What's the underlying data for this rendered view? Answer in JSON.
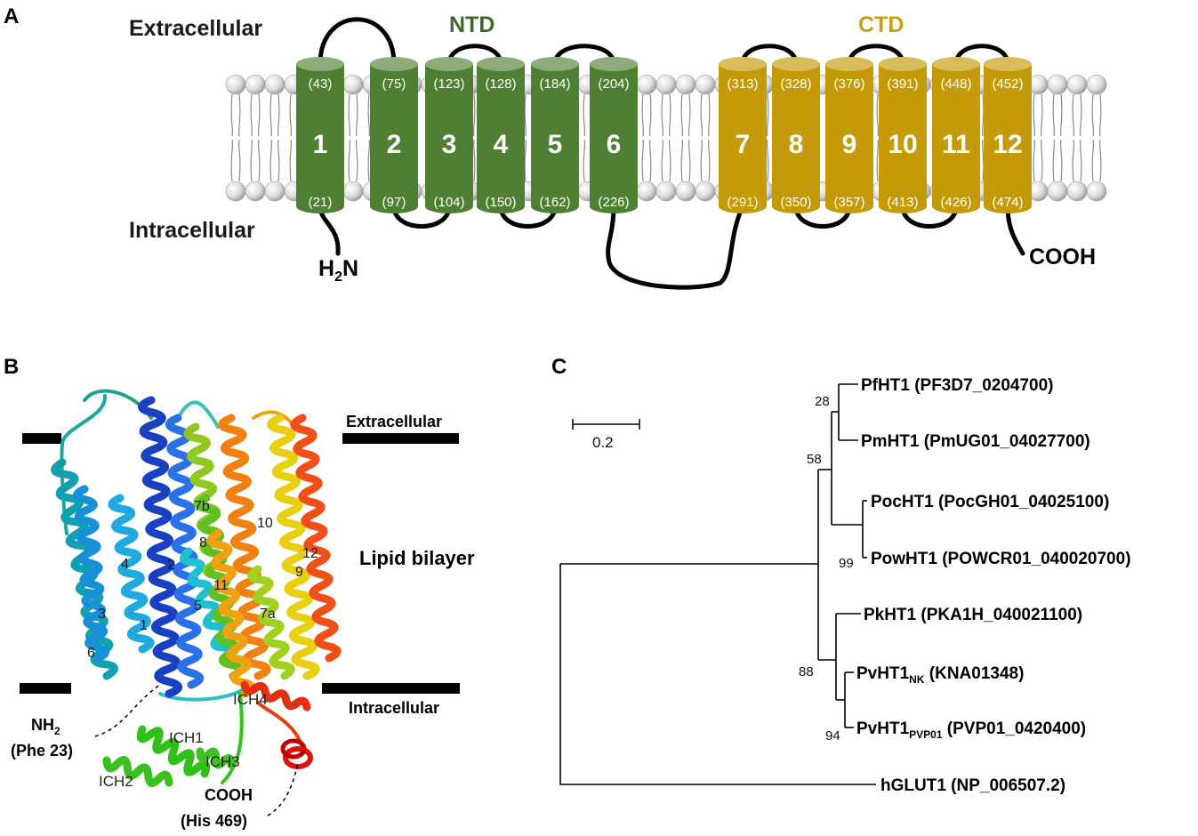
{
  "panel_a": {
    "letter": "A",
    "extracellular": "Extracellular",
    "intracellular": "Intracellular",
    "ntd": "NTD",
    "ctd": "CTD",
    "n_terminus_main": "H",
    "n_terminus_sub": "2",
    "n_terminus_tail": "N",
    "c_terminus": "COOH",
    "colors": {
      "ntd": "#4f7f33",
      "ctd": "#c49a06",
      "ntd_label": "#3f6b2a",
      "ctd_label": "#c8a00e"
    },
    "helices": [
      {
        "num": "1",
        "top": "(43)",
        "bottom": "(21)",
        "domain": "ntd"
      },
      {
        "num": "2",
        "top": "(75)",
        "bottom": "(97)",
        "domain": "ntd"
      },
      {
        "num": "3",
        "top": "(123)",
        "bottom": "(104)",
        "domain": "ntd"
      },
      {
        "num": "4",
        "top": "(128)",
        "bottom": "(150)",
        "domain": "ntd"
      },
      {
        "num": "5",
        "top": "(184)",
        "bottom": "(162)",
        "domain": "ntd"
      },
      {
        "num": "6",
        "top": "(204)",
        "bottom": "(226)",
        "domain": "ntd"
      },
      {
        "num": "7",
        "top": "(313)",
        "bottom": "(291)",
        "domain": "ctd"
      },
      {
        "num": "8",
        "top": "(328)",
        "bottom": "(350)",
        "domain": "ctd"
      },
      {
        "num": "9",
        "top": "(376)",
        "bottom": "(357)",
        "domain": "ctd"
      },
      {
        "num": "10",
        "top": "(391)",
        "bottom": "(413)",
        "domain": "ctd"
      },
      {
        "num": "11",
        "top": "(448)",
        "bottom": "(426)",
        "domain": "ctd"
      },
      {
        "num": "12",
        "top": "(452)",
        "bottom": "(474)",
        "domain": "ctd"
      }
    ]
  },
  "panel_b": {
    "letter": "B",
    "extracellular": "Extracellular",
    "intracellular": "Intracellular",
    "lipid_bilayer": "Lipid bilayer",
    "nh2_main": "NH",
    "nh2_sub": "2",
    "nh2_residue": "(Phe 23)",
    "cooh": "COOH",
    "cooh_residue": "(His 469)",
    "helix_labels": [
      "1",
      "2",
      "3",
      "4",
      "5",
      "6",
      "7a",
      "7b",
      "8",
      "9",
      "10",
      "11",
      "12"
    ],
    "ich_labels": [
      "ICH1",
      "ICH2",
      "ICH3",
      "ICH4"
    ]
  },
  "panel_c": {
    "letter": "C",
    "scale_bar": "0.2",
    "leaves": [
      {
        "id": "pf",
        "name": "PfHT1",
        "sub": "",
        "acc": "(PF3D7_0204700)"
      },
      {
        "id": "pm",
        "name": "PmHT1",
        "sub": "",
        "acc": "(PmUG01_04027700)"
      },
      {
        "id": "poc",
        "name": "PocHT1",
        "sub": "",
        "acc": "(PocGH01_04025100)"
      },
      {
        "id": "pow",
        "name": "PowHT1",
        "sub": "",
        "acc": "(POWCR01_040020700)"
      },
      {
        "id": "pk",
        "name": "PkHT1",
        "sub": "",
        "acc": "(PKA1H_040021100)"
      },
      {
        "id": "pvnk",
        "name": "PvHT1",
        "sub": "NK",
        "acc": "(KNA01348)"
      },
      {
        "id": "pvp",
        "name": "PvHT1",
        "sub": "PVP01",
        "acc": "(PVP01_0420400)"
      },
      {
        "id": "hglut",
        "name": "hGLUT1",
        "sub": "",
        "acc": "(NP_006507.2)"
      }
    ],
    "bootstraps": [
      "28",
      "58",
      "99",
      "88",
      "94"
    ]
  }
}
